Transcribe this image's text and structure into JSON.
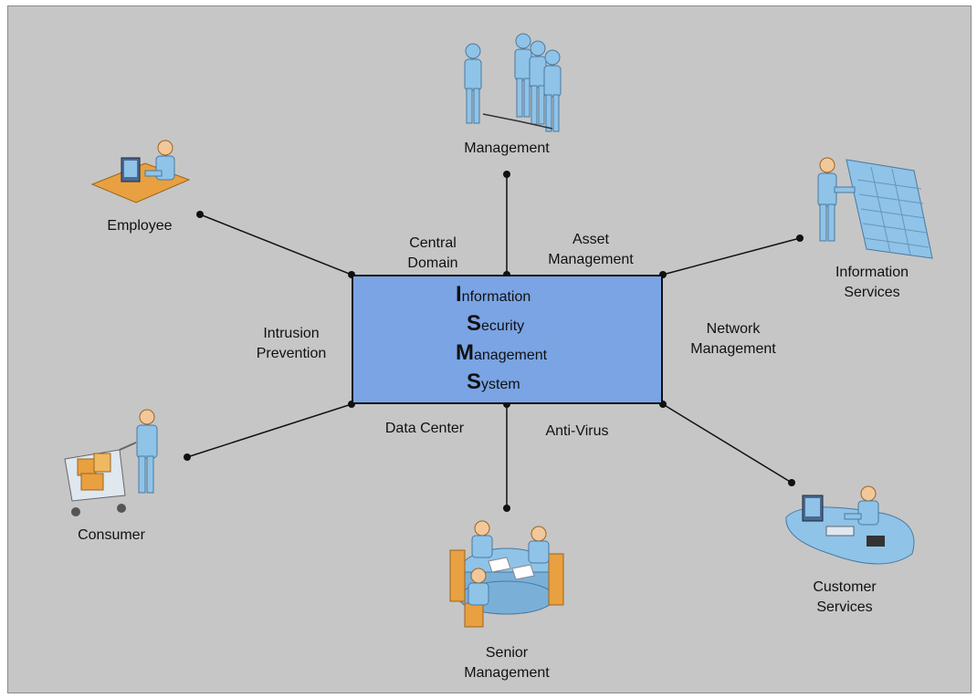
{
  "center": {
    "lines": [
      {
        "initial": "I",
        "rest": "nformation"
      },
      {
        "initial": "S",
        "rest": "ecurity"
      },
      {
        "initial": "M",
        "rest": "anagement"
      },
      {
        "initial": "S",
        "rest": "ystem"
      }
    ]
  },
  "edge_labels": {
    "central_domain": "Central\nDomain",
    "asset_management": "Asset\nManagement",
    "intrusion_prevention": "Intrusion\nPrevention",
    "network_management": "Network\nManagement",
    "data_center": "Data Center",
    "anti_virus": "Anti-Virus"
  },
  "nodes": {
    "management": "Management",
    "employee": "Employee",
    "information_services": "Information\nServices",
    "consumer": "Consumer",
    "senior_management": "Senior\nManagement",
    "customer_services": "Customer\nServices"
  },
  "colors": {
    "box_fill": "#7aa4e4",
    "background": "#c6c6c6",
    "figure_blue": "#8fc3e8",
    "skin": "#f2c79a",
    "desk_orange": "#e8a040"
  }
}
